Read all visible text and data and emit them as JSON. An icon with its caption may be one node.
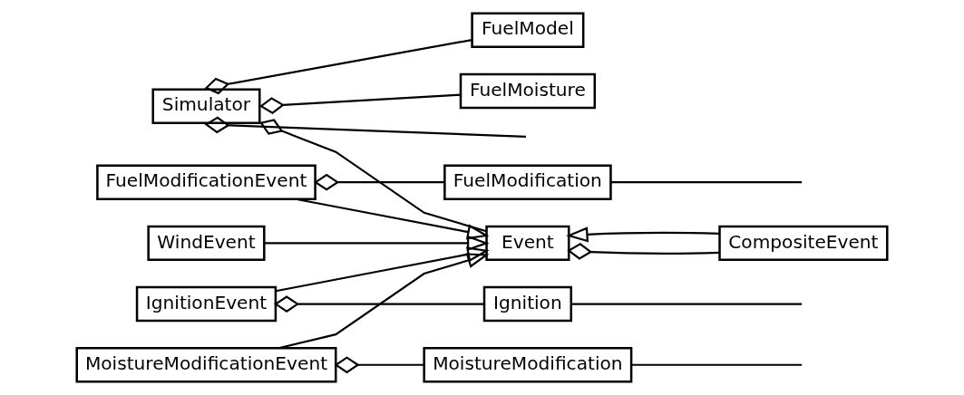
{
  "diagram": {
    "nodes": [
      {
        "text": [
          "Simulator"
        ]
      },
      {
        "text": [
          "FuelModel"
        ]
      },
      {
        "text": [
          "FuelMoisture"
        ]
      },
      {
        "text": [
          "Event"
        ]
      },
      {
        "text": [
          "FuelModificationEvent"
        ]
      },
      {
        "text": [
          "FuelModification"
        ]
      },
      {
        "text": [
          "IgnitionEvent"
        ]
      },
      {
        "text": [
          "Ignition"
        ]
      },
      {
        "text": [
          "MoistureModificationEvent"
        ]
      },
      {
        "text": [
          "MoistureModification"
        ]
      },
      {
        "text": [
          "WindEvent"
        ]
      },
      {
        "text": [
          "CompositeEvent"
        ]
      }
    ],
    "edges": [
      {
        "from": 0,
        "to": 1,
        "arrow": "other"
      },
      {
        "from": 0,
        "to": 2,
        "arrow": "other"
      },
      {
        "from": 0,
        "to": 3,
        "arrow": "other"
      },
      {
        "from": 4,
        "to": 3,
        "arrow": "to"
      },
      {
        "from": 6,
        "to": 3,
        "arrow": "to"
      },
      {
        "from": 8,
        "to": 3,
        "arrow": "to"
      },
      {
        "from": 10,
        "to": 3,
        "arrow": "to"
      },
      {
        "from": 11,
        "to": 3,
        "arrow": "to"
      },
      {
        "from": 3,
        "to": 11,
        "arrow": "other"
      },
      {
        "from": 4,
        "to": 5,
        "arrow": "other"
      },
      {
        "from": 6,
        "to": 7,
        "arrow": "other"
      },
      {
        "from": 8,
        "to": 9,
        "arrow": "other"
      },
      {
        "from": 5,
        "to": null,
        "arrow": "none"
      },
      {
        "from": 7,
        "to": null,
        "arrow": "none"
      },
      {
        "from": 9,
        "to": null,
        "arrow": "none"
      },
      {
        "from": 0,
        "to": null,
        "arrow": "other"
      }
    ]
  }
}
